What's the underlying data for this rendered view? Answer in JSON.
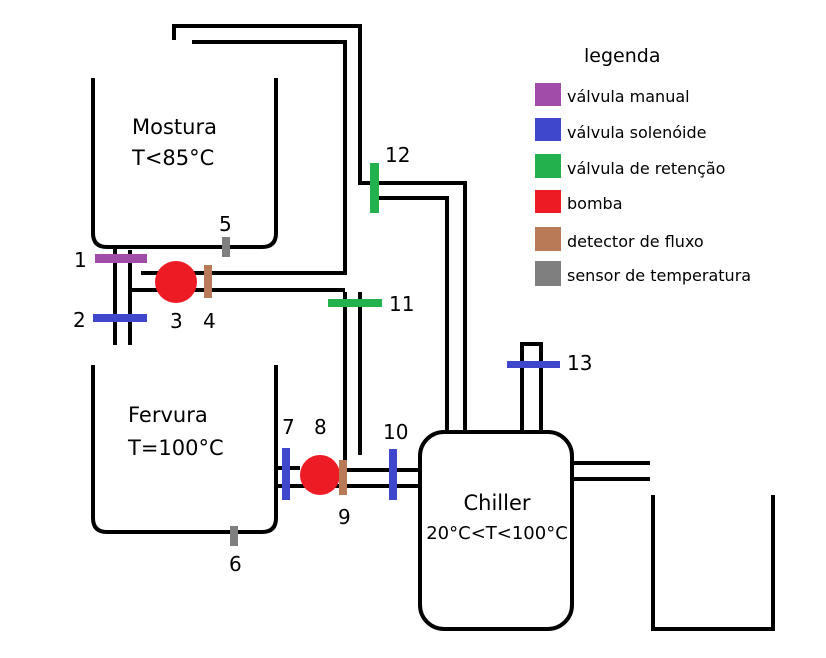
{
  "vessels": {
    "mostura": {
      "name": "Mostura",
      "temp": "T<85°C"
    },
    "fervura": {
      "name": "Fervura",
      "temp": "T=100°C"
    },
    "chiller": {
      "name": "Chiller",
      "temp": "20°C<T<100°C"
    }
  },
  "labels": {
    "n1": "1",
    "n2": "2",
    "n3": "3",
    "n4": "4",
    "n5": "5",
    "n6": "6",
    "n7": "7",
    "n8": "8",
    "n9": "9",
    "n10": "10",
    "n11": "11",
    "n12": "12",
    "n13": "13"
  },
  "legend": {
    "title": "legenda",
    "items": [
      {
        "label": "válvula manual",
        "color": "#a04ca8"
      },
      {
        "label": "válvula solenóide",
        "color": "#3f48cc"
      },
      {
        "label": "válvula de retenção",
        "color": "#22b14c"
      },
      {
        "label": "bomba",
        "color": "#ed1c24"
      },
      {
        "label": "detector de fluxo",
        "color": "#b97a57"
      },
      {
        "label": "sensor de temperatura",
        "color": "#7f7f7f"
      }
    ]
  }
}
